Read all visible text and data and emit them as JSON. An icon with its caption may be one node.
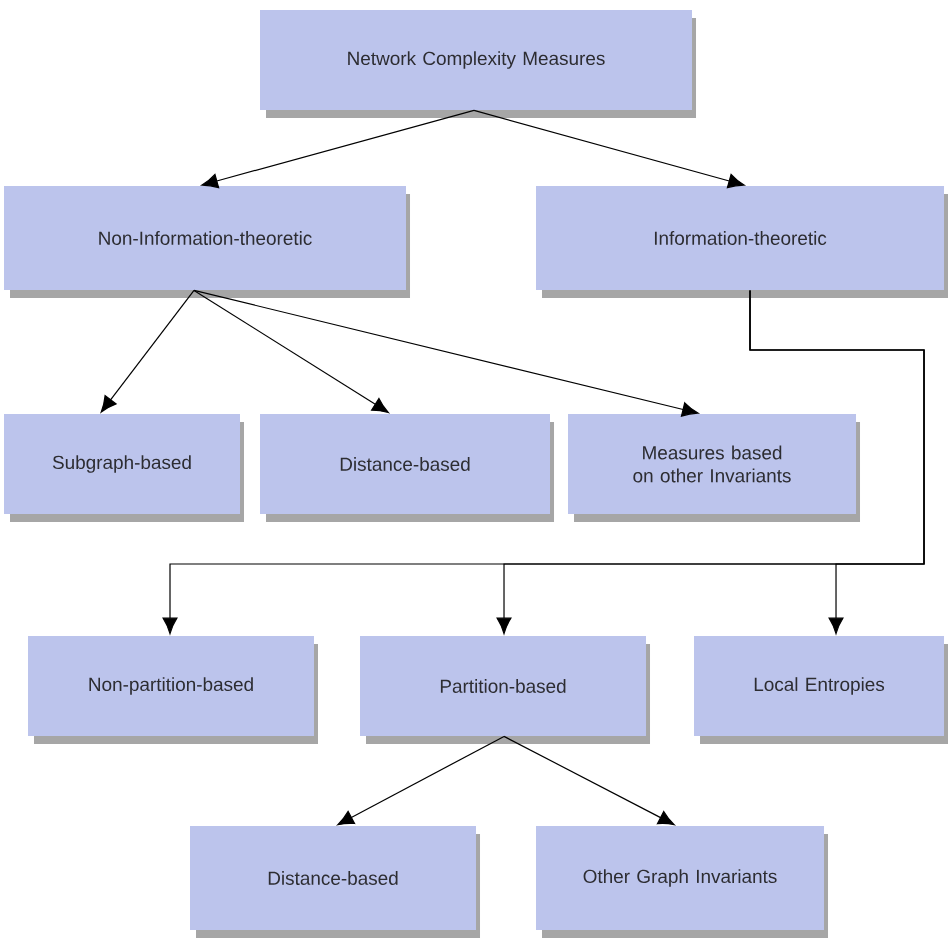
{
  "diagram": {
    "nodes": [
      {
        "text": [
          "Network Complexity Measures"
        ]
      },
      {
        "text": [
          "Non-Information-theoretic"
        ]
      },
      {
        "text": [
          "Information-theoretic"
        ]
      },
      {
        "text": [
          "Subgraph-based"
        ]
      },
      {
        "text": [
          "Distance-based"
        ]
      },
      {
        "text": [
          "Measures based on other Invariants"
        ]
      },
      {
        "text": [
          "Non-partition-based"
        ]
      },
      {
        "text": [
          "Partition-based"
        ]
      },
      {
        "text": [
          "Local Entropies"
        ]
      },
      {
        "text": [
          "Distance-based"
        ]
      },
      {
        "text": [
          "Other Graph Invariants"
        ]
      }
    ],
    "edges": [
      {
        "from": 0,
        "to": 1,
        "arrow": "to"
      },
      {
        "from": 0,
        "to": 2,
        "arrow": "to"
      },
      {
        "from": 1,
        "to": 3,
        "arrow": "to"
      },
      {
        "from": 1,
        "to": 4,
        "arrow": "to"
      },
      {
        "from": 1,
        "to": 5,
        "arrow": "to"
      },
      {
        "from": 2,
        "to": 6,
        "arrow": "to"
      },
      {
        "from": 2,
        "to": 7,
        "arrow": "to"
      },
      {
        "from": 2,
        "to": 8,
        "arrow": "to"
      },
      {
        "from": 7,
        "to": 9,
        "arrow": "to"
      },
      {
        "from": 7,
        "to": 10,
        "arrow": "to"
      }
    ]
  }
}
